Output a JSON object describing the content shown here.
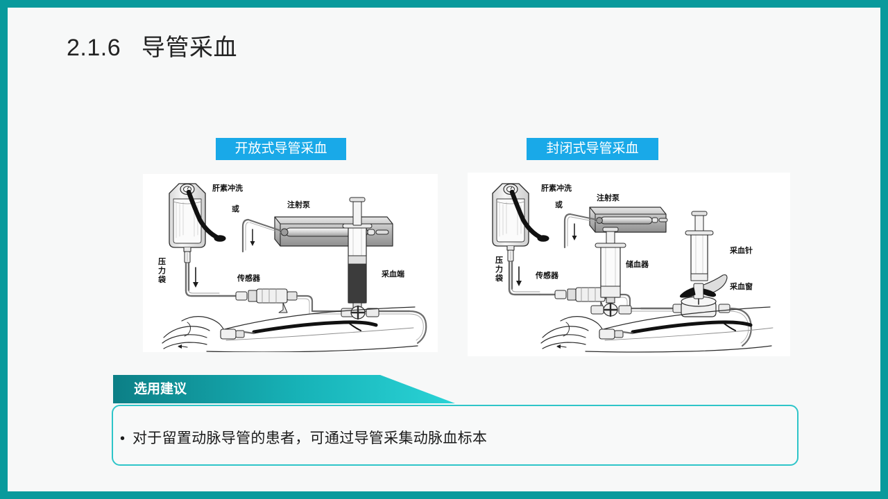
{
  "slide": {
    "title": "2.1.6   导管采血",
    "frame_color": "#099a9c",
    "background_color": "#f7f8f8"
  },
  "captions": {
    "left": "开放式导管采血",
    "right": "封闭式导管采血",
    "background_color": "#19a9e8",
    "text_color": "#ffffff"
  },
  "figures": {
    "left": {
      "name": "open-catheter-blood-draw-diagram",
      "labels": {
        "heparin_flush": "肝素冲洗",
        "or": "或",
        "syringe_pump": "注射泵",
        "pressure_bag": "压力袋",
        "transducer": "传感器",
        "sampling_port": "采血端"
      }
    },
    "right": {
      "name": "closed-catheter-blood-draw-diagram",
      "labels": {
        "heparin_flush": "肝素冲洗",
        "or": "或",
        "syringe_pump": "注射泵",
        "pressure_bag": "压力袋",
        "transducer": "传感器",
        "blood_reservoir": "储血器",
        "blood_needle": "采血针",
        "sampling_window": "采血窗"
      }
    }
  },
  "banner": {
    "label": "选用建议",
    "gradient_start": "#0c7f86",
    "gradient_end": "#28cdd1"
  },
  "advice": {
    "bullet": "•",
    "text": "对于留置动脉导管的患者，可通过导管采集动脉血标本",
    "border_color": "#2ec5c9"
  }
}
